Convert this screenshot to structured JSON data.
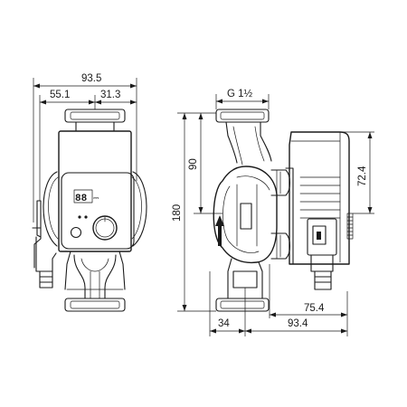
{
  "dimensions": {
    "overall_width_front": "93.5",
    "left_of_axis_front": "55.1",
    "right_of_axis_front": "31.3",
    "thread_size": "G 1½",
    "overall_height": "180",
    "half_height": "90",
    "motor_height": "72.4",
    "flange_offset": "34",
    "axis_to_box": "75.4",
    "side_depth": "93.4"
  },
  "display": {
    "digits": "88",
    "unit_glyph": "⎓"
  },
  "colors": {
    "line": "#1a1a1a",
    "background": "#ffffff"
  }
}
